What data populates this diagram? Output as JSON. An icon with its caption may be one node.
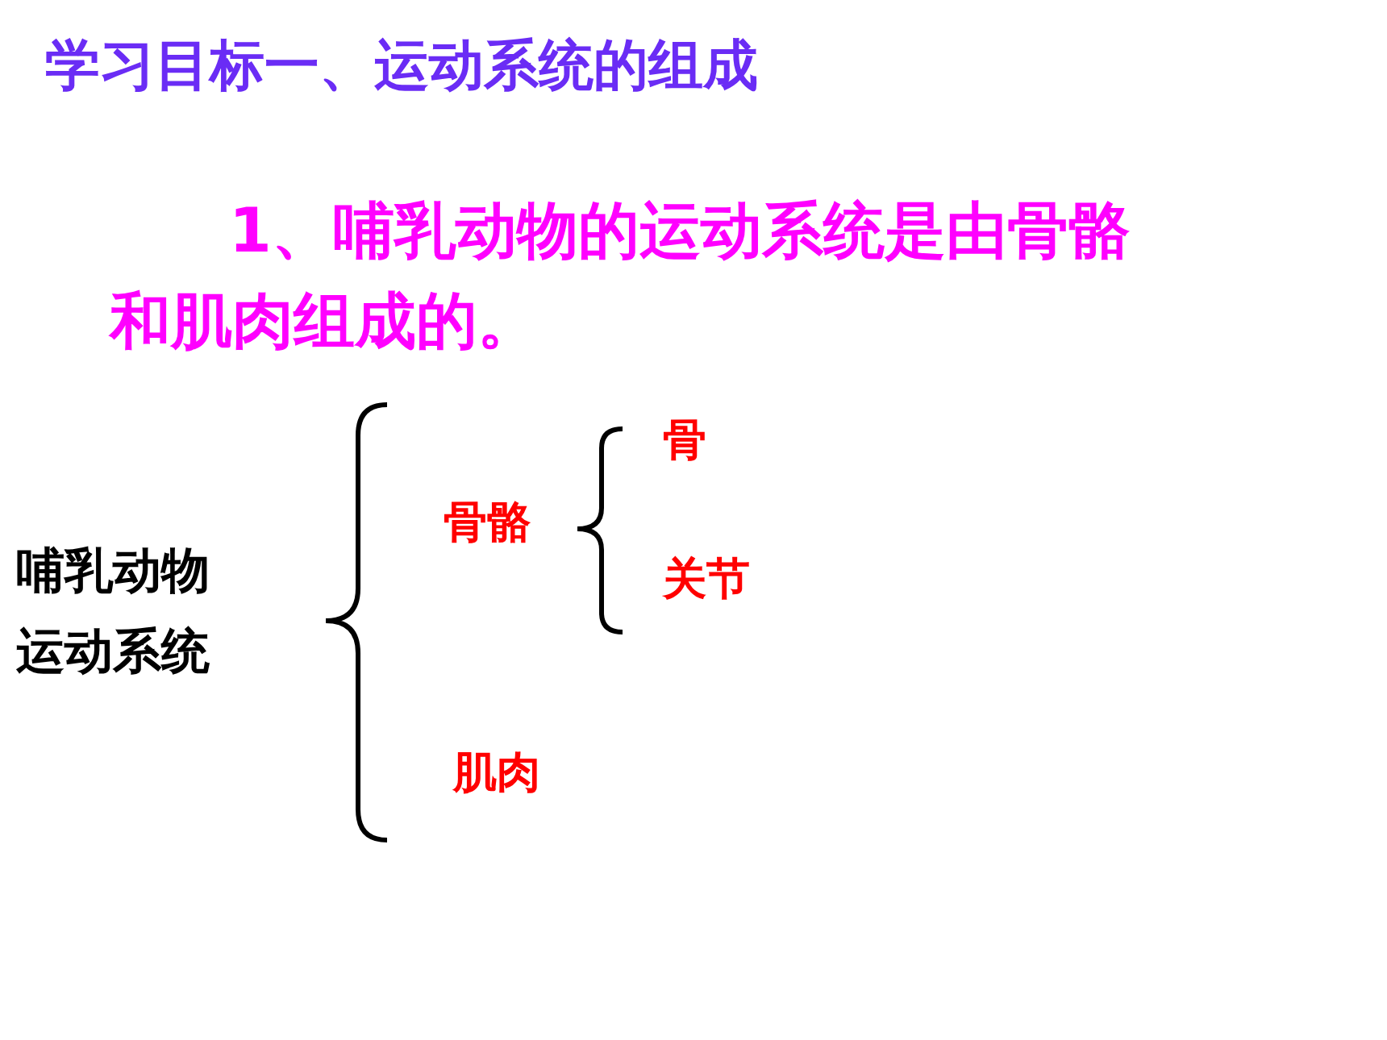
{
  "diagram": {
    "title": "学习目标一、运动系统的组成",
    "nodes": [
      {
        "text": [
          "哺乳动物运动系统"
        ]
      },
      {
        "text": [
          "骨骼"
        ]
      },
      {
        "text": [
          "骨"
        ]
      },
      {
        "text": [
          "关节"
        ]
      },
      {
        "text": [
          "肌肉"
        ]
      }
    ],
    "edges": [],
    "labels": [
      "1、哺乳动物的运动系统是由骨骼和肌肉组成的。"
    ]
  }
}
